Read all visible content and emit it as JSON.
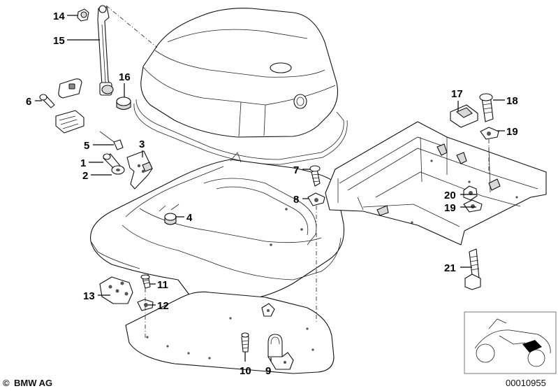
{
  "callouts": [
    {
      "label": "14"
    },
    {
      "label": "15"
    },
    {
      "label": "16"
    },
    {
      "label": "6"
    },
    {
      "label": "5"
    },
    {
      "label": "3"
    },
    {
      "label": "1"
    },
    {
      "label": "2"
    },
    {
      "label": "4"
    },
    {
      "label": "7"
    },
    {
      "label": "8"
    },
    {
      "label": "17"
    },
    {
      "label": "18"
    },
    {
      "label": "19"
    },
    {
      "label": "20"
    },
    {
      "label": "19"
    },
    {
      "label": "21"
    },
    {
      "label": "13"
    },
    {
      "label": "11"
    },
    {
      "label": "12"
    },
    {
      "label": "10"
    },
    {
      "label": "9"
    }
  ],
  "footer": {
    "copyright": "BMW AG",
    "copyright_symbol": "©",
    "diagram_number": "00010955"
  }
}
